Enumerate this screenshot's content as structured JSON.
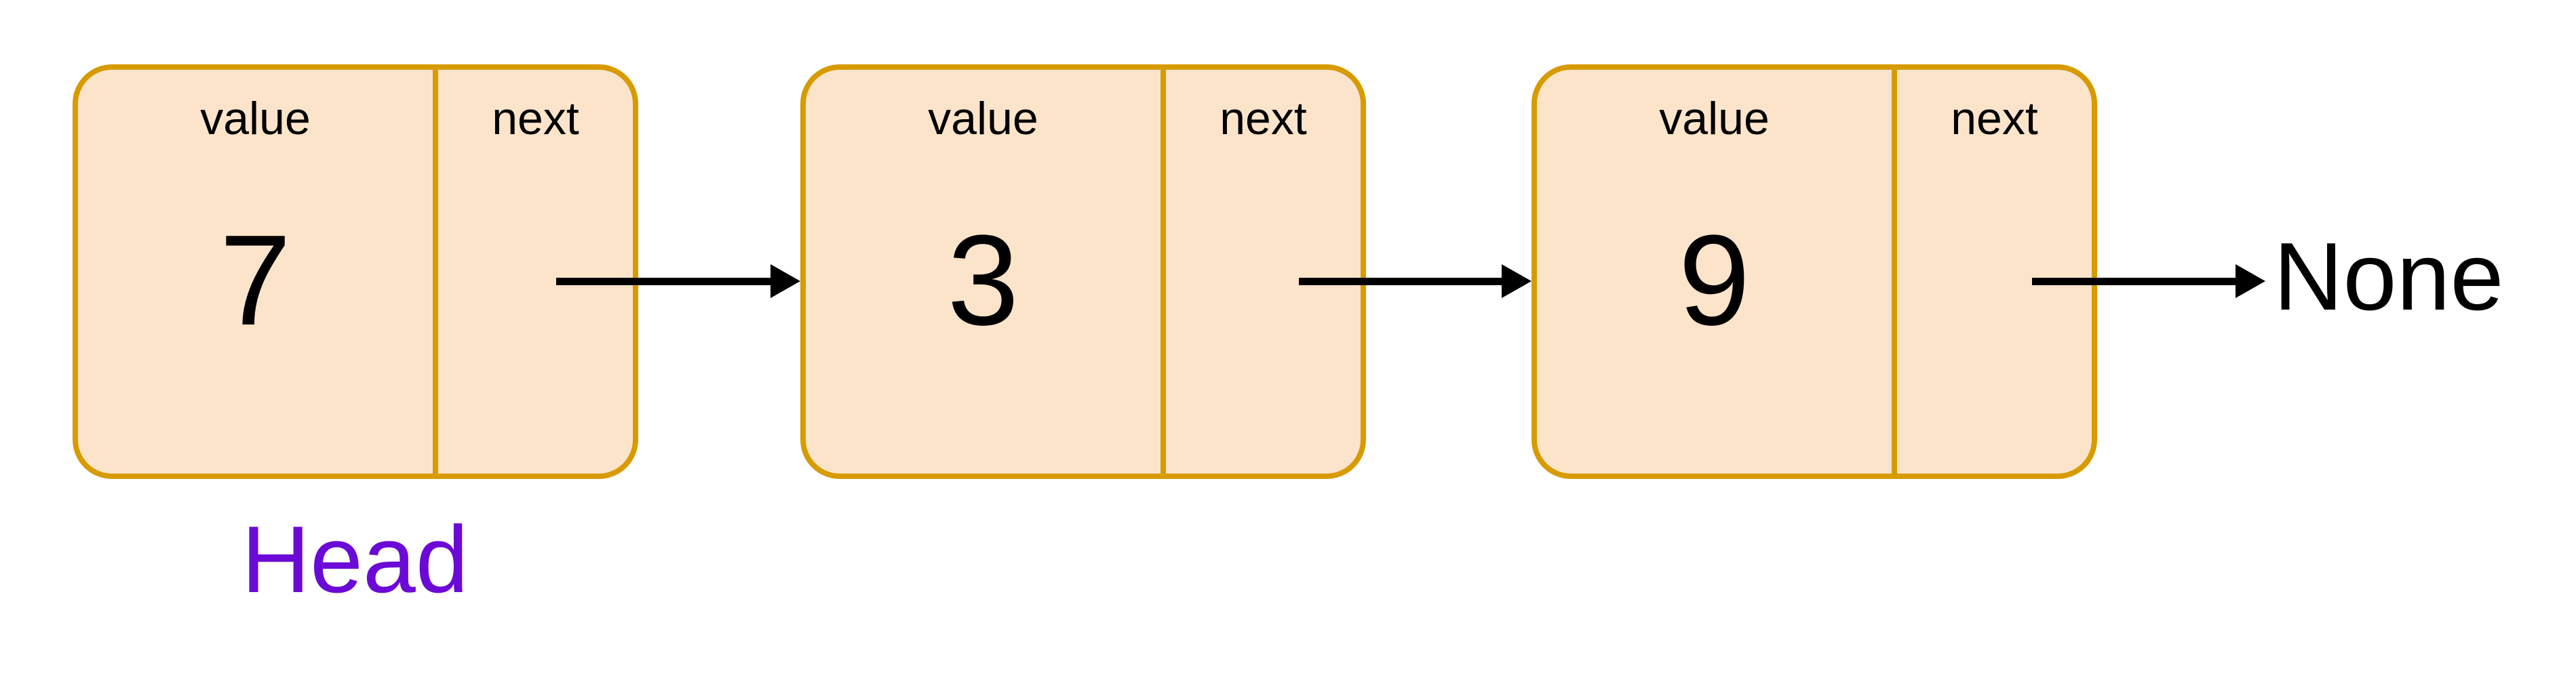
{
  "colors": {
    "node_fill": "#FCE4CB",
    "node_border": "#D79B00",
    "head_label": "#6B0AD6",
    "arrow": "#000000",
    "text": "#000000"
  },
  "nodes": [
    {
      "value_label": "value",
      "next_label": "next",
      "value": "7"
    },
    {
      "value_label": "value",
      "next_label": "next",
      "value": "3"
    },
    {
      "value_label": "value",
      "next_label": "next",
      "value": "9"
    }
  ],
  "labels": {
    "head": "Head",
    "terminator": "None"
  }
}
